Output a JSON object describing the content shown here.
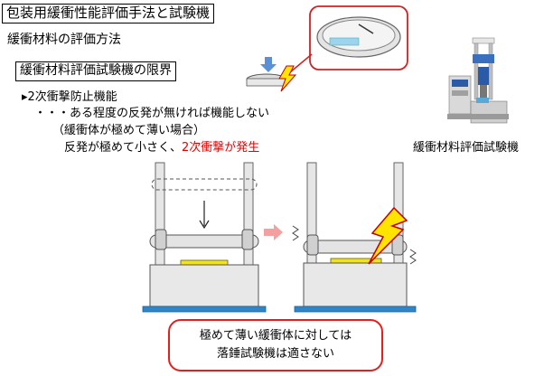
{
  "title": "包装用緩衝性能評価手法と試験機",
  "subtitle": "緩衝材料の評価方法",
  "section": "緩衝材料評価試験機の限界",
  "bullet": "▸2次衝撃防止機能",
  "description": "・・・ある程度の反発が無ければ機能しない",
  "case_label": "（緩衝体が極めて薄い場合）",
  "case_result_prefix": "反発が極めて小さく、",
  "case_result_highlight": "2次衝撃が発生",
  "machine_label": "緩衝材料評価試験機",
  "conclusion_line1": "極めて薄い緩衝体に対しては",
  "conclusion_line2": "落錘試験機は適さない",
  "colors": {
    "highlight_text": "#e00000",
    "conclusion_border": "#e32020",
    "lightning_fill": "#ffe400",
    "lightning_stroke": "#c00000",
    "base_plate": "#2e86c8",
    "arrow_pink": "#f4a0a0"
  }
}
